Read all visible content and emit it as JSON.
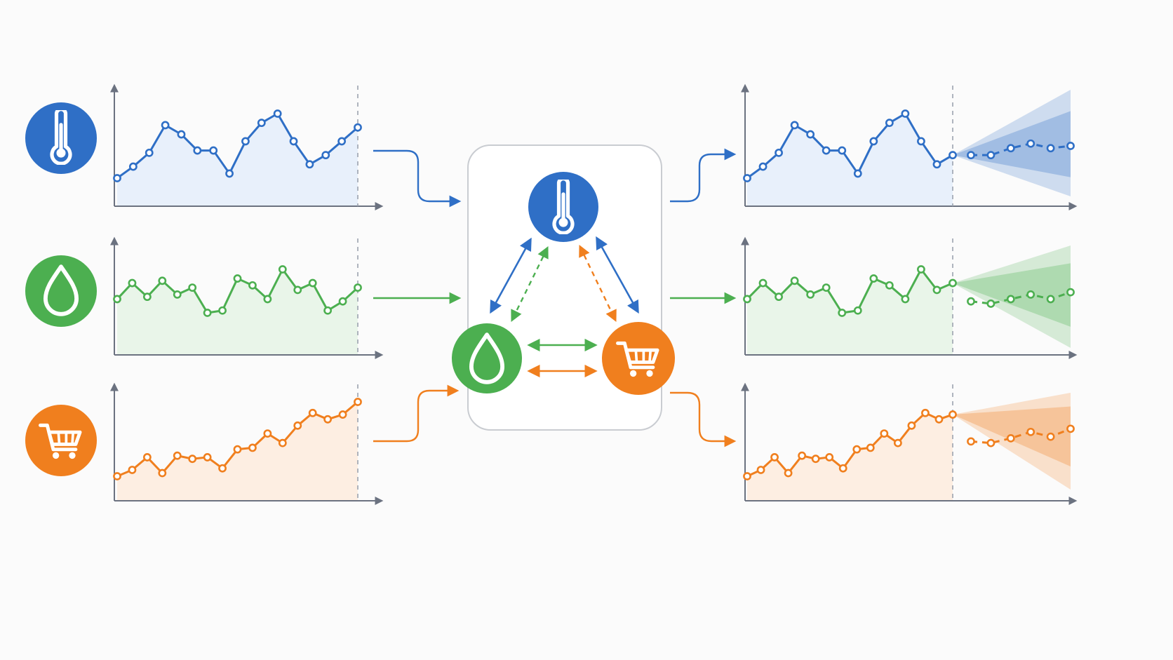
{
  "colors": {
    "temperature": "#2f6fc6",
    "humidity": "#4caf50",
    "sales": "#f07f1e",
    "temperature_fill": "#e8f0fb",
    "humidity_fill": "#e9f5e9",
    "sales_fill": "#fdeee2",
    "background": "#fbfbfb"
  },
  "icons": [
    "thermometer-icon",
    "water-drop-icon",
    "shopping-cart-icon"
  ],
  "chart_data": [
    {
      "type": "line",
      "series": [
        {
          "key": "temperature",
          "icon": "thermometer-icon",
          "values": [
            62,
            67,
            73,
            85,
            81,
            74,
            74,
            64,
            78,
            86,
            90,
            78,
            68,
            72,
            78,
            84
          ]
        }
      ],
      "panel": "input"
    },
    {
      "type": "line",
      "series": [
        {
          "key": "humidity",
          "icon": "water-drop-icon",
          "values": [
            56,
            63,
            57,
            64,
            58,
            61,
            50,
            51,
            65,
            62,
            56,
            69,
            60,
            63,
            51,
            55,
            61
          ]
        }
      ],
      "panel": "input"
    },
    {
      "type": "line",
      "series": [
        {
          "key": "sales",
          "icon": "shopping-cart-icon",
          "values": [
            20,
            24,
            32,
            22,
            33,
            31,
            32,
            25,
            37,
            38,
            47,
            41,
            52,
            60,
            56,
            59,
            67
          ]
        }
      ],
      "panel": "input"
    },
    {
      "type": "line",
      "series": [
        {
          "key": "temperature",
          "values": [
            62,
            67,
            73,
            85,
            81,
            74,
            74,
            64,
            78,
            86,
            90,
            78,
            68,
            72
          ],
          "forecast": [
            72,
            72,
            75,
            77,
            75,
            76
          ]
        }
      ],
      "panel": "forecast"
    },
    {
      "type": "line",
      "series": [
        {
          "key": "humidity",
          "values": [
            56,
            63,
            57,
            64,
            58,
            61,
            50,
            51,
            65,
            62,
            56,
            69,
            60,
            63
          ],
          "forecast": [
            55,
            54,
            56,
            58,
            56,
            59
          ]
        }
      ],
      "panel": "forecast"
    },
    {
      "type": "line",
      "series": [
        {
          "key": "sales",
          "values": [
            20,
            24,
            32,
            22,
            33,
            31,
            32,
            25,
            37,
            38,
            47,
            41,
            52,
            60,
            56,
            59
          ],
          "forecast": [
            42,
            41,
            44,
            48,
            45,
            50
          ]
        }
      ],
      "panel": "forecast"
    }
  ],
  "model": {
    "nodes": [
      {
        "key": "temperature",
        "icon": "thermometer-icon"
      },
      {
        "key": "humidity",
        "icon": "water-drop-icon"
      },
      {
        "key": "sales",
        "icon": "shopping-cart-icon"
      }
    ],
    "links": [
      {
        "from": "temperature",
        "to": "humidity",
        "style": "solid",
        "color": "temperature"
      },
      {
        "from": "humidity",
        "to": "temperature",
        "style": "dashed",
        "color": "humidity"
      },
      {
        "from": "temperature",
        "to": "sales",
        "style": "solid",
        "color": "temperature"
      },
      {
        "from": "sales",
        "to": "temperature",
        "style": "dashed",
        "color": "sales"
      },
      {
        "from": "humidity",
        "to": "sales",
        "style": "solid",
        "color": "humidity"
      },
      {
        "from": "sales",
        "to": "humidity",
        "style": "solid",
        "color": "sales"
      }
    ]
  }
}
